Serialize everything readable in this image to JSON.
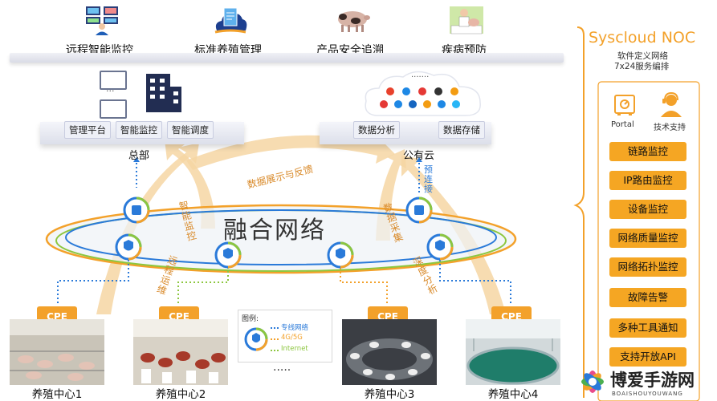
{
  "top_services": [
    {
      "label": "远程智能监控",
      "icon": "monitoring-operator-icon"
    },
    {
      "label": "标准养殖管理",
      "icon": "document-cloud-icon"
    },
    {
      "label": "产品安全追溯",
      "icon": "pig-icon"
    },
    {
      "label": "疾病预防",
      "icon": "veterinary-icon"
    }
  ],
  "hq": {
    "label": "总部",
    "dots": "...",
    "chips": [
      "管理平台",
      "智能监控",
      "智能调度"
    ]
  },
  "cloud": {
    "label": "公有云",
    "dots": ".......",
    "chips": [
      "数据分析",
      "数据存储"
    ],
    "link_label": "预连接"
  },
  "network": {
    "title": "融合网络",
    "arrow_labels": {
      "display_feedback": "数据展示与反馈",
      "smart_monitor": "智能监控",
      "remote_maintenance": "远程运维",
      "data_collection": "数据采集",
      "deep_analysis": "深度分析"
    }
  },
  "cpe_label": "CPE",
  "farms": [
    "养殖中心1",
    "养殖中心2",
    "养殖中心3",
    "养殖中心4"
  ],
  "legend": {
    "title": "图例:",
    "items": [
      {
        "label": "专线网络",
        "color": "#2a7ad9"
      },
      {
        "label": "4G/5G",
        "color": "#f3a12a"
      },
      {
        "label": "Internet",
        "color": "#8cc63f"
      }
    ],
    "more": "....."
  },
  "noc": {
    "title": "Syscloud NOC",
    "subtitle1": "软件定义网络",
    "subtitle2": "7x24服务编排",
    "portal": "Portal",
    "support": "技术支持",
    "services": [
      "链路监控",
      "IP路由监控",
      "设备监控",
      "网络质量监控",
      "网络拓扑监控",
      "故障告警",
      "多种工具通知",
      "支持开放API"
    ]
  },
  "watermark": {
    "cn": "博爱手游网",
    "en": "BOAISHOUYOUWANG"
  },
  "colors": {
    "orange": "#f3a12a",
    "blue": "#2a7ad9",
    "green": "#8cc63f",
    "beige": "#f6d6a3"
  }
}
